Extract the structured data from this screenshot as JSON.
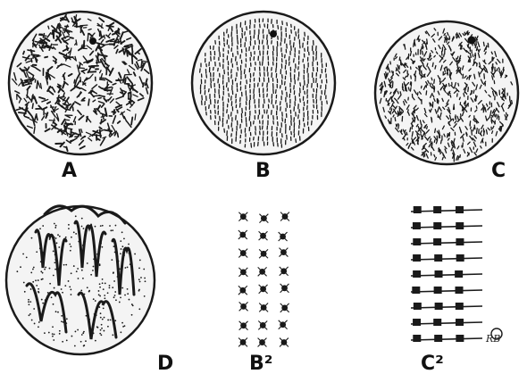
{
  "figure": {
    "panels": [
      {
        "id": "A",
        "label": "A",
        "kind": "reticulum"
      },
      {
        "id": "B",
        "label": "B",
        "kind": "striated"
      },
      {
        "id": "C",
        "label": "C",
        "kind": "network"
      },
      {
        "id": "D",
        "label": "D",
        "kind": "loops"
      },
      {
        "id": "B2",
        "label": "B²",
        "kind": "dot-grid"
      },
      {
        "id": "C2",
        "label": "C²",
        "kind": "bar-grid"
      }
    ],
    "monogram": "RB"
  },
  "colors": {
    "ink": "#1a1a1a",
    "paper": "#ffffff"
  }
}
